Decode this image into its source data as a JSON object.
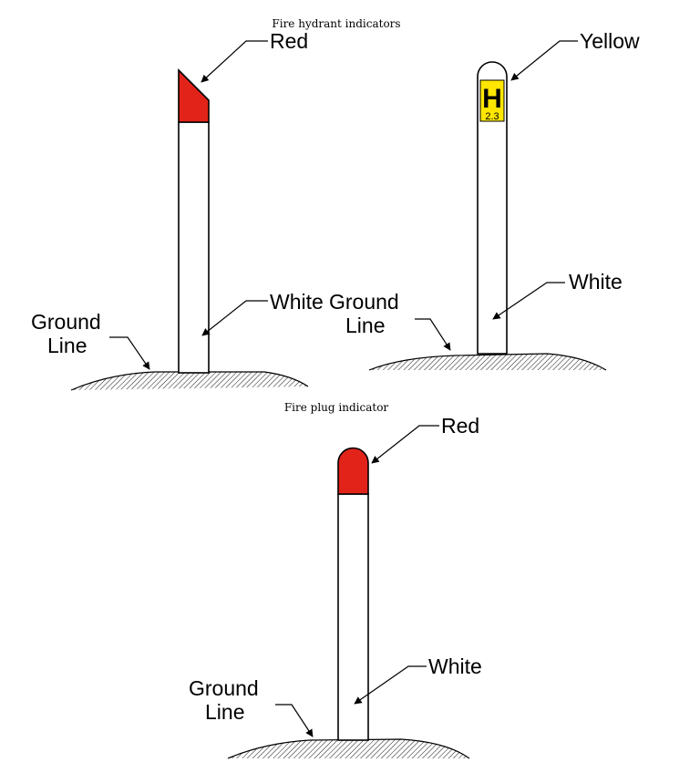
{
  "colors": {
    "red": "#e2231a",
    "yellow": "#ffe600",
    "white": "#ffffff",
    "line": "#000000"
  },
  "hydrant": {
    "caption": "Fire hydrant indicators",
    "left": {
      "top_label": "Red",
      "body_label": "White",
      "ground_label_line1": "Ground",
      "ground_label_line2": "Line"
    },
    "right": {
      "top_label": "Yellow",
      "sign_letter": "H",
      "sign_number": "2.3",
      "body_label": "White",
      "ground_label_line1": "Ground",
      "ground_label_line2": "Line"
    }
  },
  "plug": {
    "caption": "Fire plug indicator",
    "top_label": "Red",
    "body_label": "White",
    "ground_label_line1": "Ground",
    "ground_label_line2": "Line"
  }
}
